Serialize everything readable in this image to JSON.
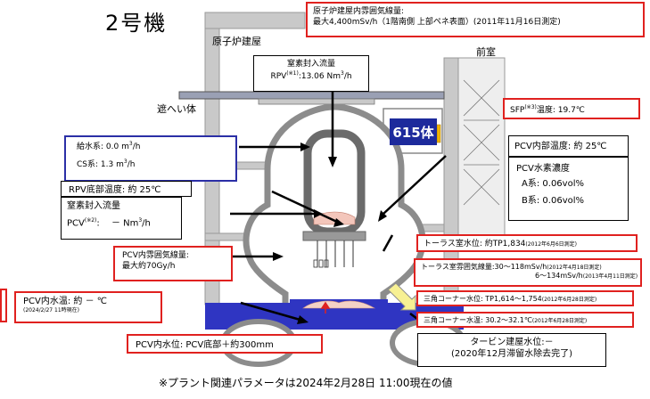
{
  "title": "2号機",
  "building_label": "原子炉建屋",
  "antechamber_label": "前室",
  "shield_label": "遮へい体",
  "fuel_count": "615体",
  "dose_box": {
    "line1": "原子炉建屋内雰囲気線量:",
    "line2": "最大4,400mSv/h（1階南側 上部ペネ表面）(2011年11月16日測定)"
  },
  "n2_rpv": {
    "title": "窒素封入流量",
    "prefix": "RPV",
    "note_ref": "(※1)",
    "value": ":13.06 Nm",
    "sup": "3",
    "unit_tail": "/h"
  },
  "sfp": {
    "prefix": "SFP",
    "note_ref": "(※3)",
    "label": "温度: 19.7℃"
  },
  "water_supply": {
    "line1_label": "給水系:",
    "line1_value": "0.0 m",
    "line1_sup": "3",
    "line1_tail": "/h",
    "line2_label": "CS系:",
    "line2_value": "1.3 m",
    "line2_sup": "3",
    "line2_tail": "/h"
  },
  "rpv_bottom_temp": "RPV底部温度: 約 25℃",
  "n2_pcv": {
    "title": "窒素封入流量",
    "prefix": "PCV",
    "note_ref": "(※2)",
    "value": ":　 －  Nm",
    "sup": "3",
    "unit_tail": "/h"
  },
  "pcv_temp": "PCV内部温度: 約 25℃",
  "h2": {
    "title": "PCV水素濃度",
    "a_label": "A系:",
    "a_value": "0.06vol%",
    "b_label": "B系:",
    "b_value": "0.06vol%"
  },
  "pcv_atm_dose": {
    "line1": "PCV内雰囲気線量:",
    "line2": "最大約70Gy/h"
  },
  "torus_level": {
    "main": "トーラス室水位: 約TP1,834",
    "date": "(2012年6月6日測定)"
  },
  "torus_dose": {
    "line1_main": "トーラス室雰囲気線量:30～118mSv/h",
    "line1_date": "(2012年4月18日測定)",
    "line2_main": "6～134mSv/h",
    "line2_date": "(2013年4月11日測定)"
  },
  "triangle_level": {
    "main": "三角コーナー水位: TP1,614～1,754",
    "date": "(2012年6月28日測定)"
  },
  "triangle_temp": {
    "main": "三角コーナー水温: 30.2～32.1℃",
    "date": "(2012年6月28日測定)"
  },
  "pcv_water_temp": {
    "main": "PCV内水温: 約 － ℃",
    "date": "(2024/2/27 11時現在)"
  },
  "pcv_water_level": "PCV内水位: PCV底部＋約300mm",
  "turbine": {
    "line1": "タービン建屋水位:－",
    "line2": "(2020年12月滞留水除去完了)"
  },
  "bottom_note": "※プラント関連パラメータは2024年2月28日 11:00現在の値",
  "colors": {
    "red_border": "#e0211f",
    "blue_border": "#2b2fa6",
    "fuel_box": "#1d2a9c",
    "water": "#2f35c2",
    "building": "#c9c9c9",
    "vessel": "#8c8c8c"
  }
}
